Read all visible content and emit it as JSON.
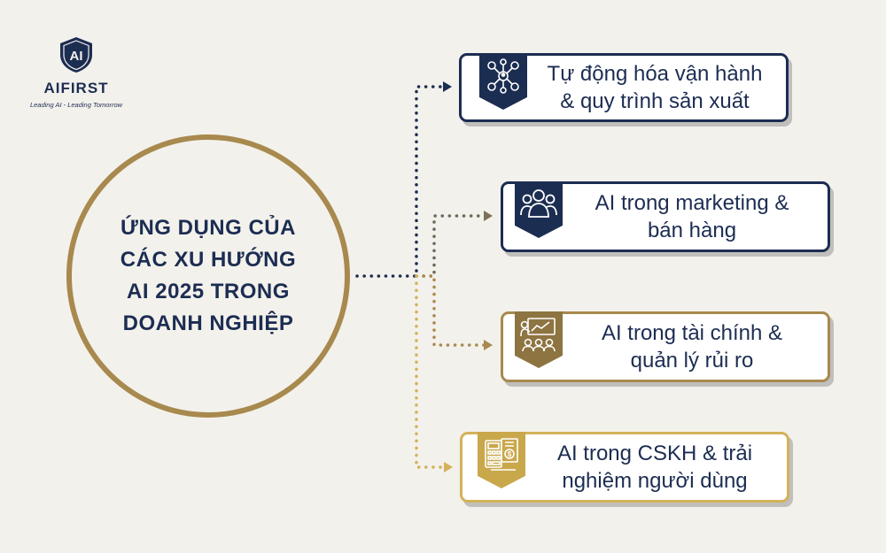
{
  "logo": {
    "mark": "AI",
    "name": "AIFIRST",
    "tagline": "Leading AI - Leading Tomorrow"
  },
  "center": {
    "lines": [
      "ỨNG DỤNG CỦA",
      "CÁC XU HƯỚNG",
      "AI 2025 TRONG",
      "DOANH NGHIỆP"
    ]
  },
  "branches": [
    {
      "icon": "network-people-icon",
      "lines": [
        "Tự động hóa vận hành",
        "& quy trình sản xuất"
      ],
      "color": "#1c2d52"
    },
    {
      "icon": "user-group-icon",
      "lines": [
        "AI trong marketing &",
        "bán hàng"
      ],
      "color": "#1c2d52"
    },
    {
      "icon": "meeting-presentation-icon",
      "lines": [
        "AI trong tài chính &",
        "quản lý rủi ro"
      ],
      "color": "#8d7441"
    },
    {
      "icon": "calculator-document-icon",
      "lines": [
        "AI trong CSKH & trải",
        "nghiệm người dùng"
      ],
      "color": "#c9a74b"
    }
  ],
  "colors": {
    "navy": "#1c2d52",
    "gold": "#a8894e",
    "light_gold": "#d3b258",
    "background": "#f3f1ec"
  }
}
